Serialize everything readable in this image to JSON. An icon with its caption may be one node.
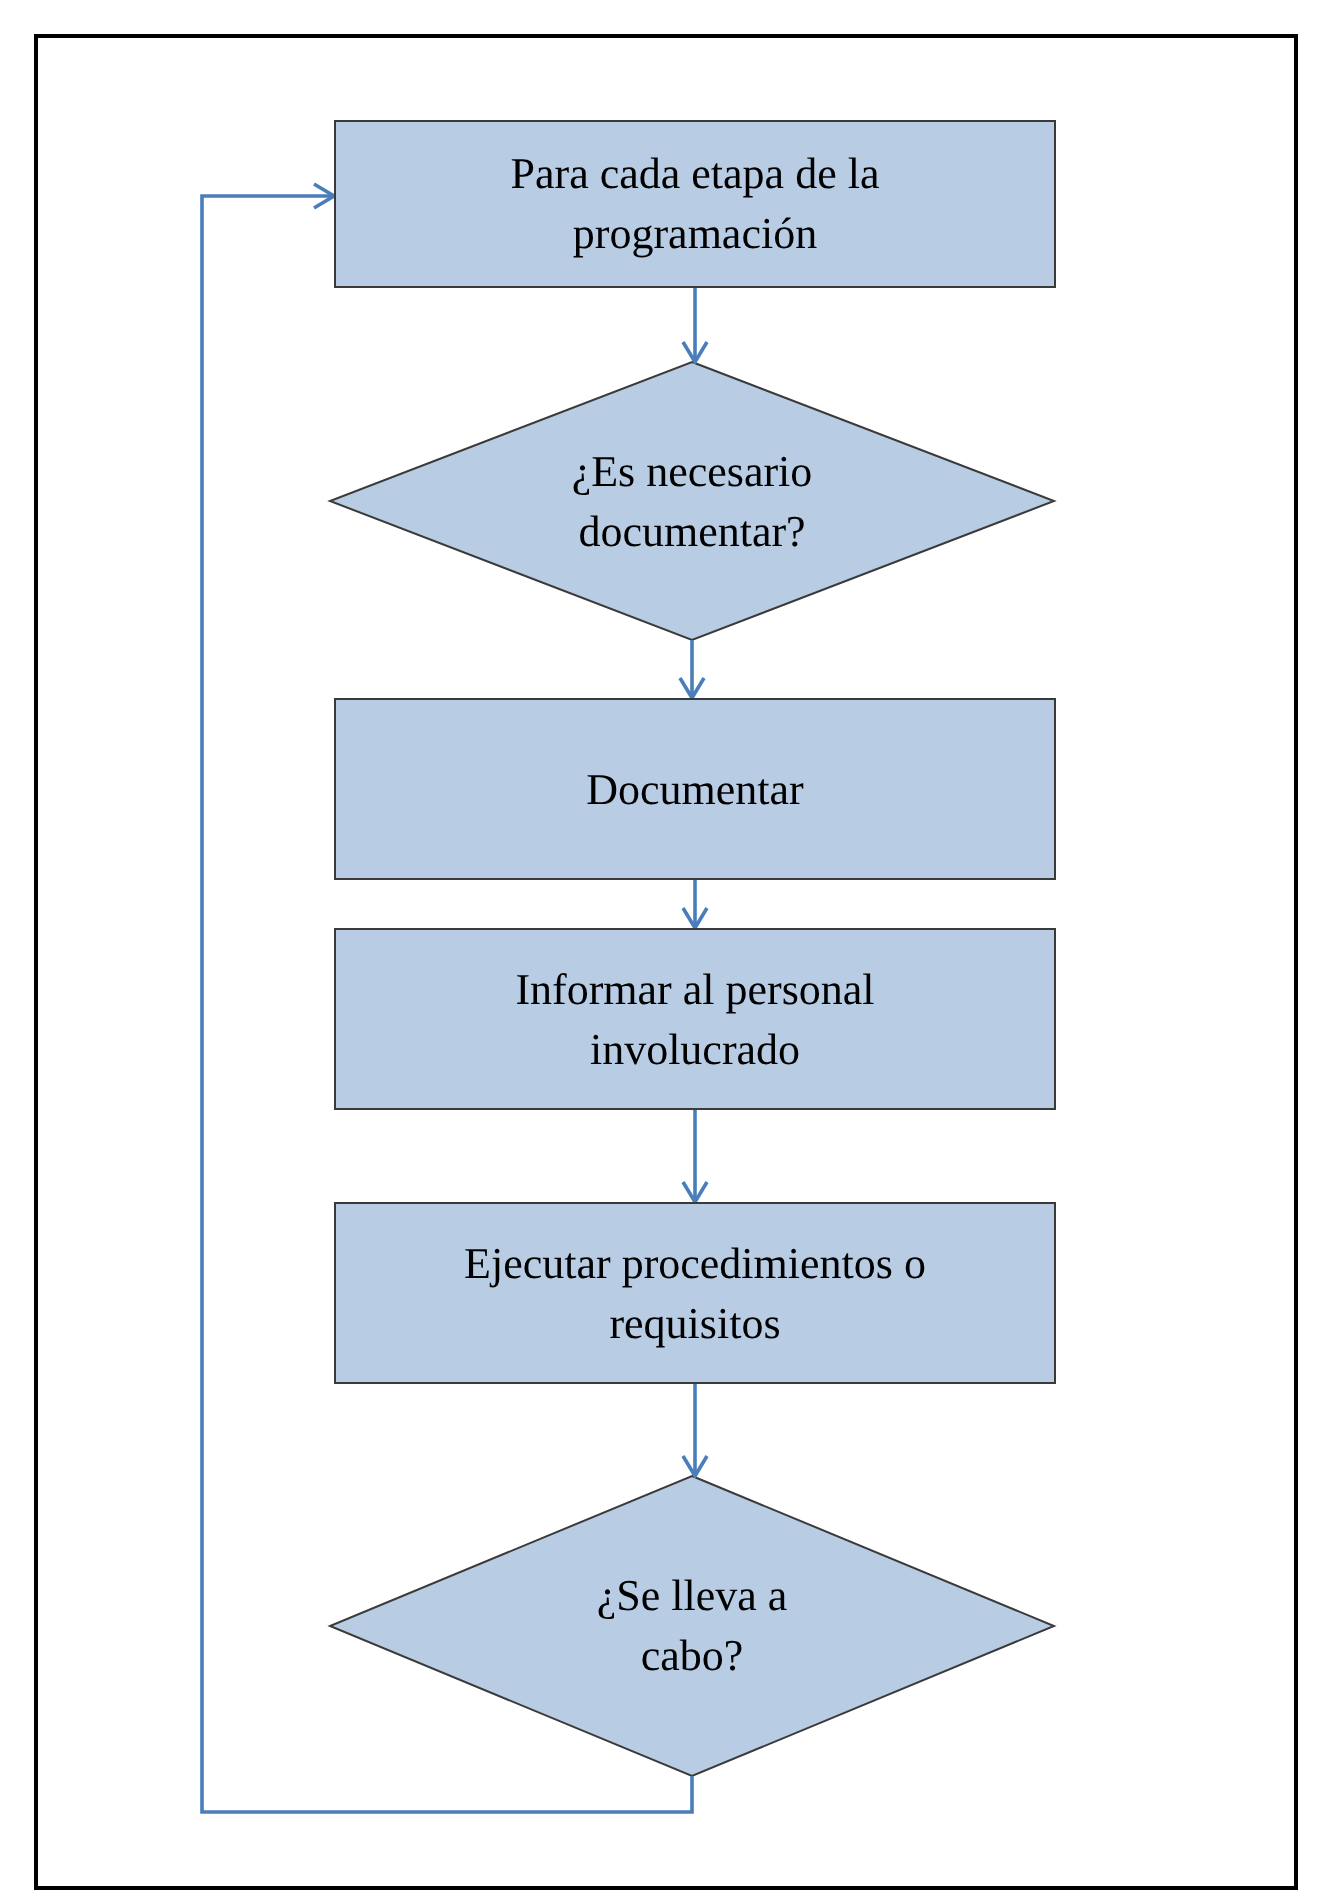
{
  "diagram": {
    "nodes": [
      {
        "text": [
          "Para cada etapa de la programación"
        ]
      },
      {
        "text": [
          "¿Es necesario documentar?"
        ]
      },
      {
        "text": [
          "Documentar"
        ]
      },
      {
        "text": [
          "Informar al personal involucrado"
        ]
      },
      {
        "text": [
          "Ejecutar procedimientos o requisitos"
        ]
      },
      {
        "text": [
          "¿Se lleva a cabo?"
        ]
      }
    ],
    "edges": [
      {
        "from": 0,
        "to": 1,
        "arrow": "to"
      },
      {
        "from": 1,
        "to": 2,
        "arrow": "to"
      },
      {
        "from": 2,
        "to": 3,
        "arrow": "to"
      },
      {
        "from": 3,
        "to": 4,
        "arrow": "to"
      },
      {
        "from": 4,
        "to": 5,
        "arrow": "to"
      },
      {
        "from": 5,
        "to": 0,
        "arrow": "to"
      }
    ]
  }
}
